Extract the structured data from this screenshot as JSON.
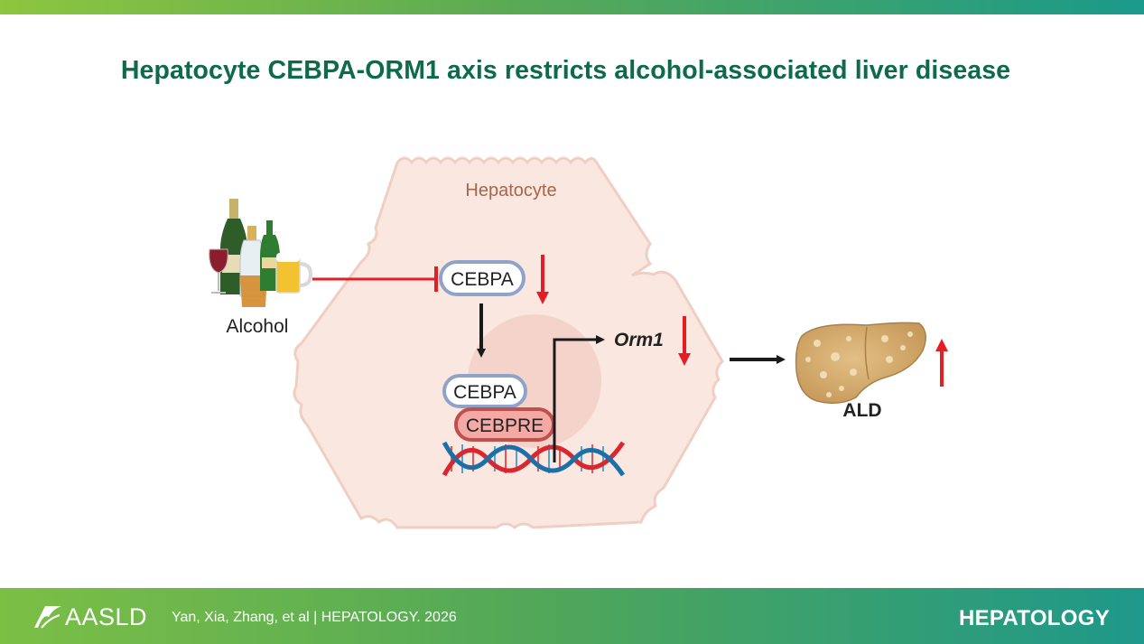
{
  "title": "Hepatocyte CEBPA-ORM1 axis restricts alcohol-associated liver disease",
  "diagram": {
    "cell_label": "Hepatocyte",
    "alcohol_label": "Alcohol",
    "cebpa_top_label": "CEBPA",
    "cebpa_bound_label": "CEBPA",
    "cebpre_label": "CEBPRE",
    "orm1_label": "Orm1",
    "ald_label": "ALD"
  },
  "footer": {
    "logo_text": "AASLD",
    "citation": "Yan, Xia, Zhang, et al  |  HEPATOLOGY. 2026",
    "journal": "HEPATOLOGY"
  },
  "colors": {
    "title": "#0e6b4a",
    "cell_fill": "#f9e7e0",
    "cell_stroke": "#f2cfc2",
    "inhibit_red": "#e31e24",
    "arrow_black": "#1a1a1a",
    "pill_blue": "#8fa3c9",
    "pill_red": "#c0504d"
  },
  "icons": [
    "alcohol-bottles-icon",
    "liver-icon",
    "dna-helix-icon",
    "aasld-logo-icon"
  ]
}
